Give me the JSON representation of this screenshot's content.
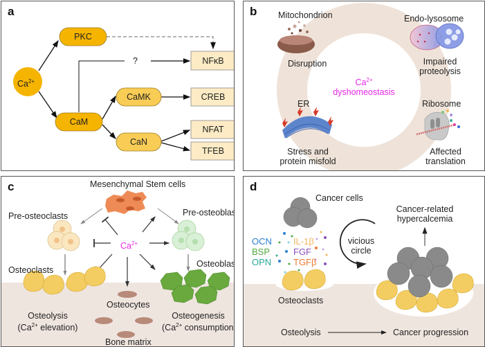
{
  "panels": {
    "a": {
      "label": "a",
      "nodes": {
        "ca": {
          "base": "Ca",
          "sup": "2+"
        },
        "pkc": "PKC",
        "cam": "CaM",
        "camk": "CaMK",
        "can": "CaN",
        "nfkb": "NFκB",
        "creb": "CREB",
        "nfat": "NFAT",
        "tfeb": "TFEB"
      },
      "unknown_link": "?"
    },
    "b": {
      "label": "b",
      "center": {
        "base": "Ca",
        "sup": "2+",
        "line2": "dyshomeostasis"
      },
      "items": [
        {
          "organelle": "Mitochondrion",
          "effect": "Disruption"
        },
        {
          "organelle": "Endo-lysosome",
          "effect_line1": "Impaired",
          "effect_line2": "proteolysis"
        },
        {
          "organelle": "ER",
          "effect_line1": "Stress and",
          "effect_line2": "protein misfold"
        },
        {
          "organelle": "Ribosome",
          "effect_line1": "Affected",
          "effect_line2": "translation"
        }
      ]
    },
    "c": {
      "label": "c",
      "msc": "Mesenchymal Stem cells",
      "pre_osteoclasts": "Pre-osteoclasts",
      "pre_osteoblasts": "Pre-osteoblasts",
      "ca": {
        "base": "Ca",
        "sup": "2+"
      },
      "osteoclasts": "Osteoclasts",
      "osteoblasts": "Osteoblasts",
      "osteocytes": "Osteocytes",
      "bone_matrix": "Bone matrix",
      "osteolysis": {
        "line1": "Osteolysis",
        "pre": "(Ca",
        "sup": "2+",
        "post": " elevation)"
      },
      "osteogenesis": {
        "line1": "Osteogenesis",
        "pre": "(Ca",
        "sup": "2+",
        "post": " consumption)"
      }
    },
    "d": {
      "label": "d",
      "cancer_cells": "Cancer cells",
      "factors_left": [
        {
          "text": "OCN",
          "color": "#2a7fd0"
        },
        {
          "text": "BSP",
          "color": "#4fa83d"
        },
        {
          "text": "OPN",
          "color": "#2aa89a"
        }
      ],
      "factors_right": [
        {
          "text": "IL-1β",
          "color": "#f2b45a"
        },
        {
          "text": "FGF",
          "color": "#8a4fb8"
        },
        {
          "text": "TGFβ",
          "color": "#ee7a30"
        }
      ],
      "vicious_line1": "vicious",
      "vicious_line2": "circle",
      "hyper_line1": "Cancer-related",
      "hyper_line2": "hypercalcemia",
      "osteoclasts": "Osteoclasts",
      "osteolysis": "Osteolysis",
      "progression": "Cancer progression"
    }
  },
  "colors": {
    "ca_circle": "#f5b400",
    "kinase_dark": "#f5b400",
    "kinase_light": "#f8cc55",
    "tf_box": "#fcebc4",
    "ring": "#efe3d9",
    "bone": "#efe5df",
    "magenta": "#e629e6"
  }
}
